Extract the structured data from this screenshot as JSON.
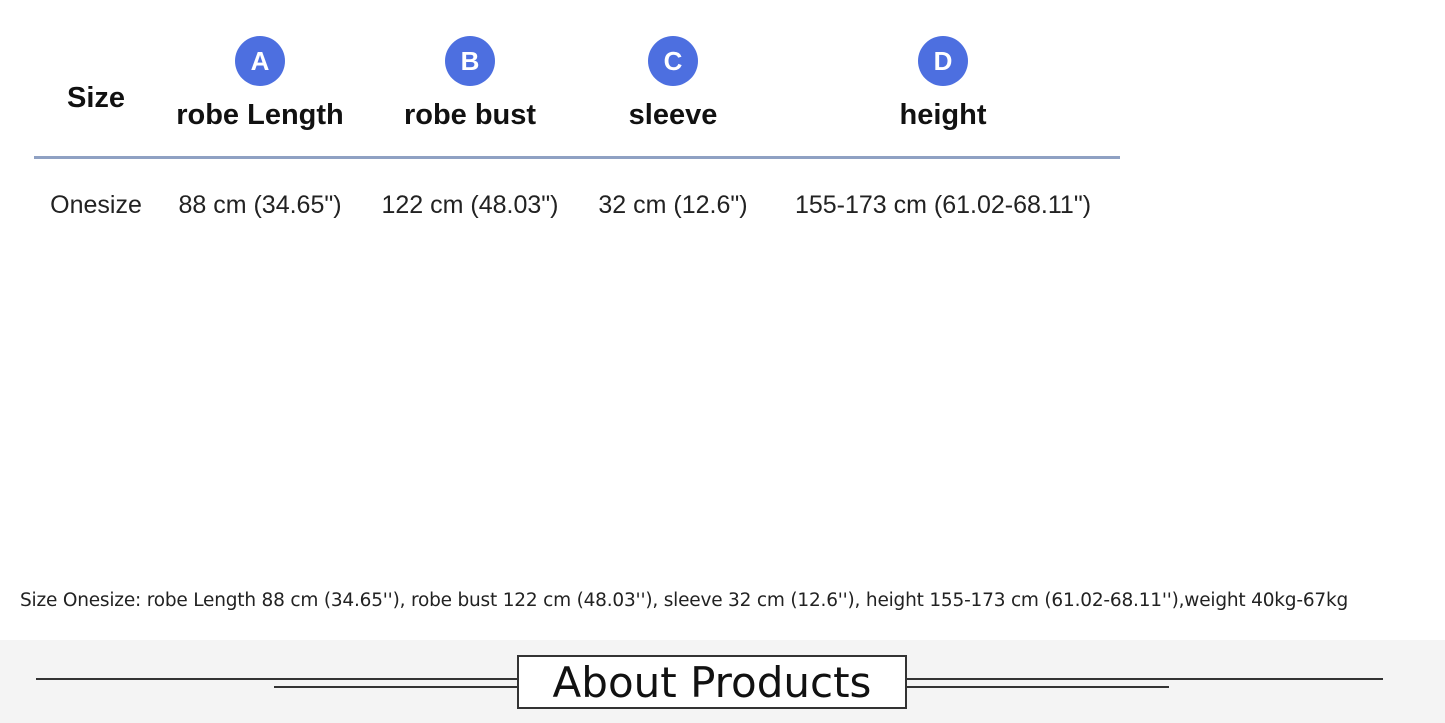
{
  "table": {
    "size_header": "Size",
    "columns": [
      {
        "badge": "A",
        "title": "robe Length"
      },
      {
        "badge": "B",
        "title": "robe bust"
      },
      {
        "badge": "C",
        "title": "sleeve"
      },
      {
        "badge": "D",
        "title": "height"
      }
    ],
    "row": {
      "size": "Onesize",
      "values": [
        "88 cm (34.65\")",
        "122 cm (48.03\")",
        "32 cm (12.6\")",
        "155-173 cm (61.02-68.11\")"
      ]
    },
    "badge_color": "#4d6fe0",
    "rule_color": "#8fa1c3"
  },
  "summary": "Size Onesize: robe Length 88 cm (34.65''), robe bust 122 cm (48.03''), sleeve 32 cm (12.6''), height 155-173 cm (61.02-68.11''),weight 40kg-67kg",
  "banner": {
    "title": "About Products"
  }
}
